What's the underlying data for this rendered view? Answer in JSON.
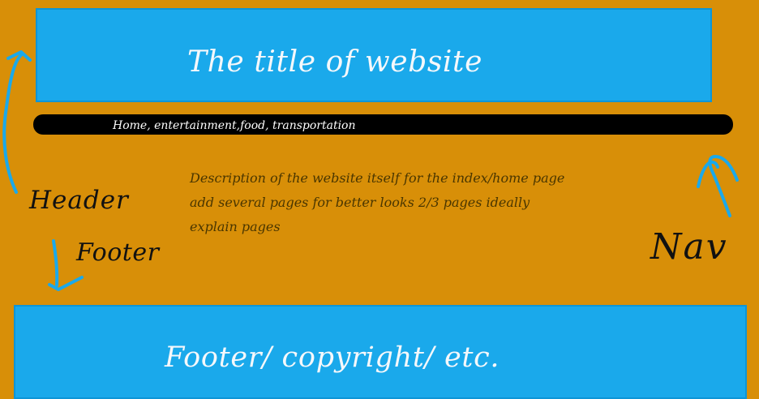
{
  "header": {
    "title": "The title of website"
  },
  "nav": {
    "text": "Home, entertainment,food, transportation"
  },
  "description": {
    "lines": [
      "Description of the website itself for the index/home page",
      "add several pages for better looks 2/3 pages ideally",
      "explain pages"
    ]
  },
  "annotations": {
    "header_label": "Header",
    "footer_label": "Footer",
    "nav_label": "Nav"
  },
  "footer": {
    "text": "Footer/ copyright/ etc."
  },
  "colors": {
    "background": "#d88f08",
    "panel_blue": "#1aa9eb",
    "nav_bar": "#000000",
    "description_text": "#4a3600"
  },
  "icons": {
    "header_arrow": "arrow-up-curved-icon",
    "footer_arrow": "arrow-down-icon",
    "nav_arrow": "arrow-curved-up-icon"
  }
}
